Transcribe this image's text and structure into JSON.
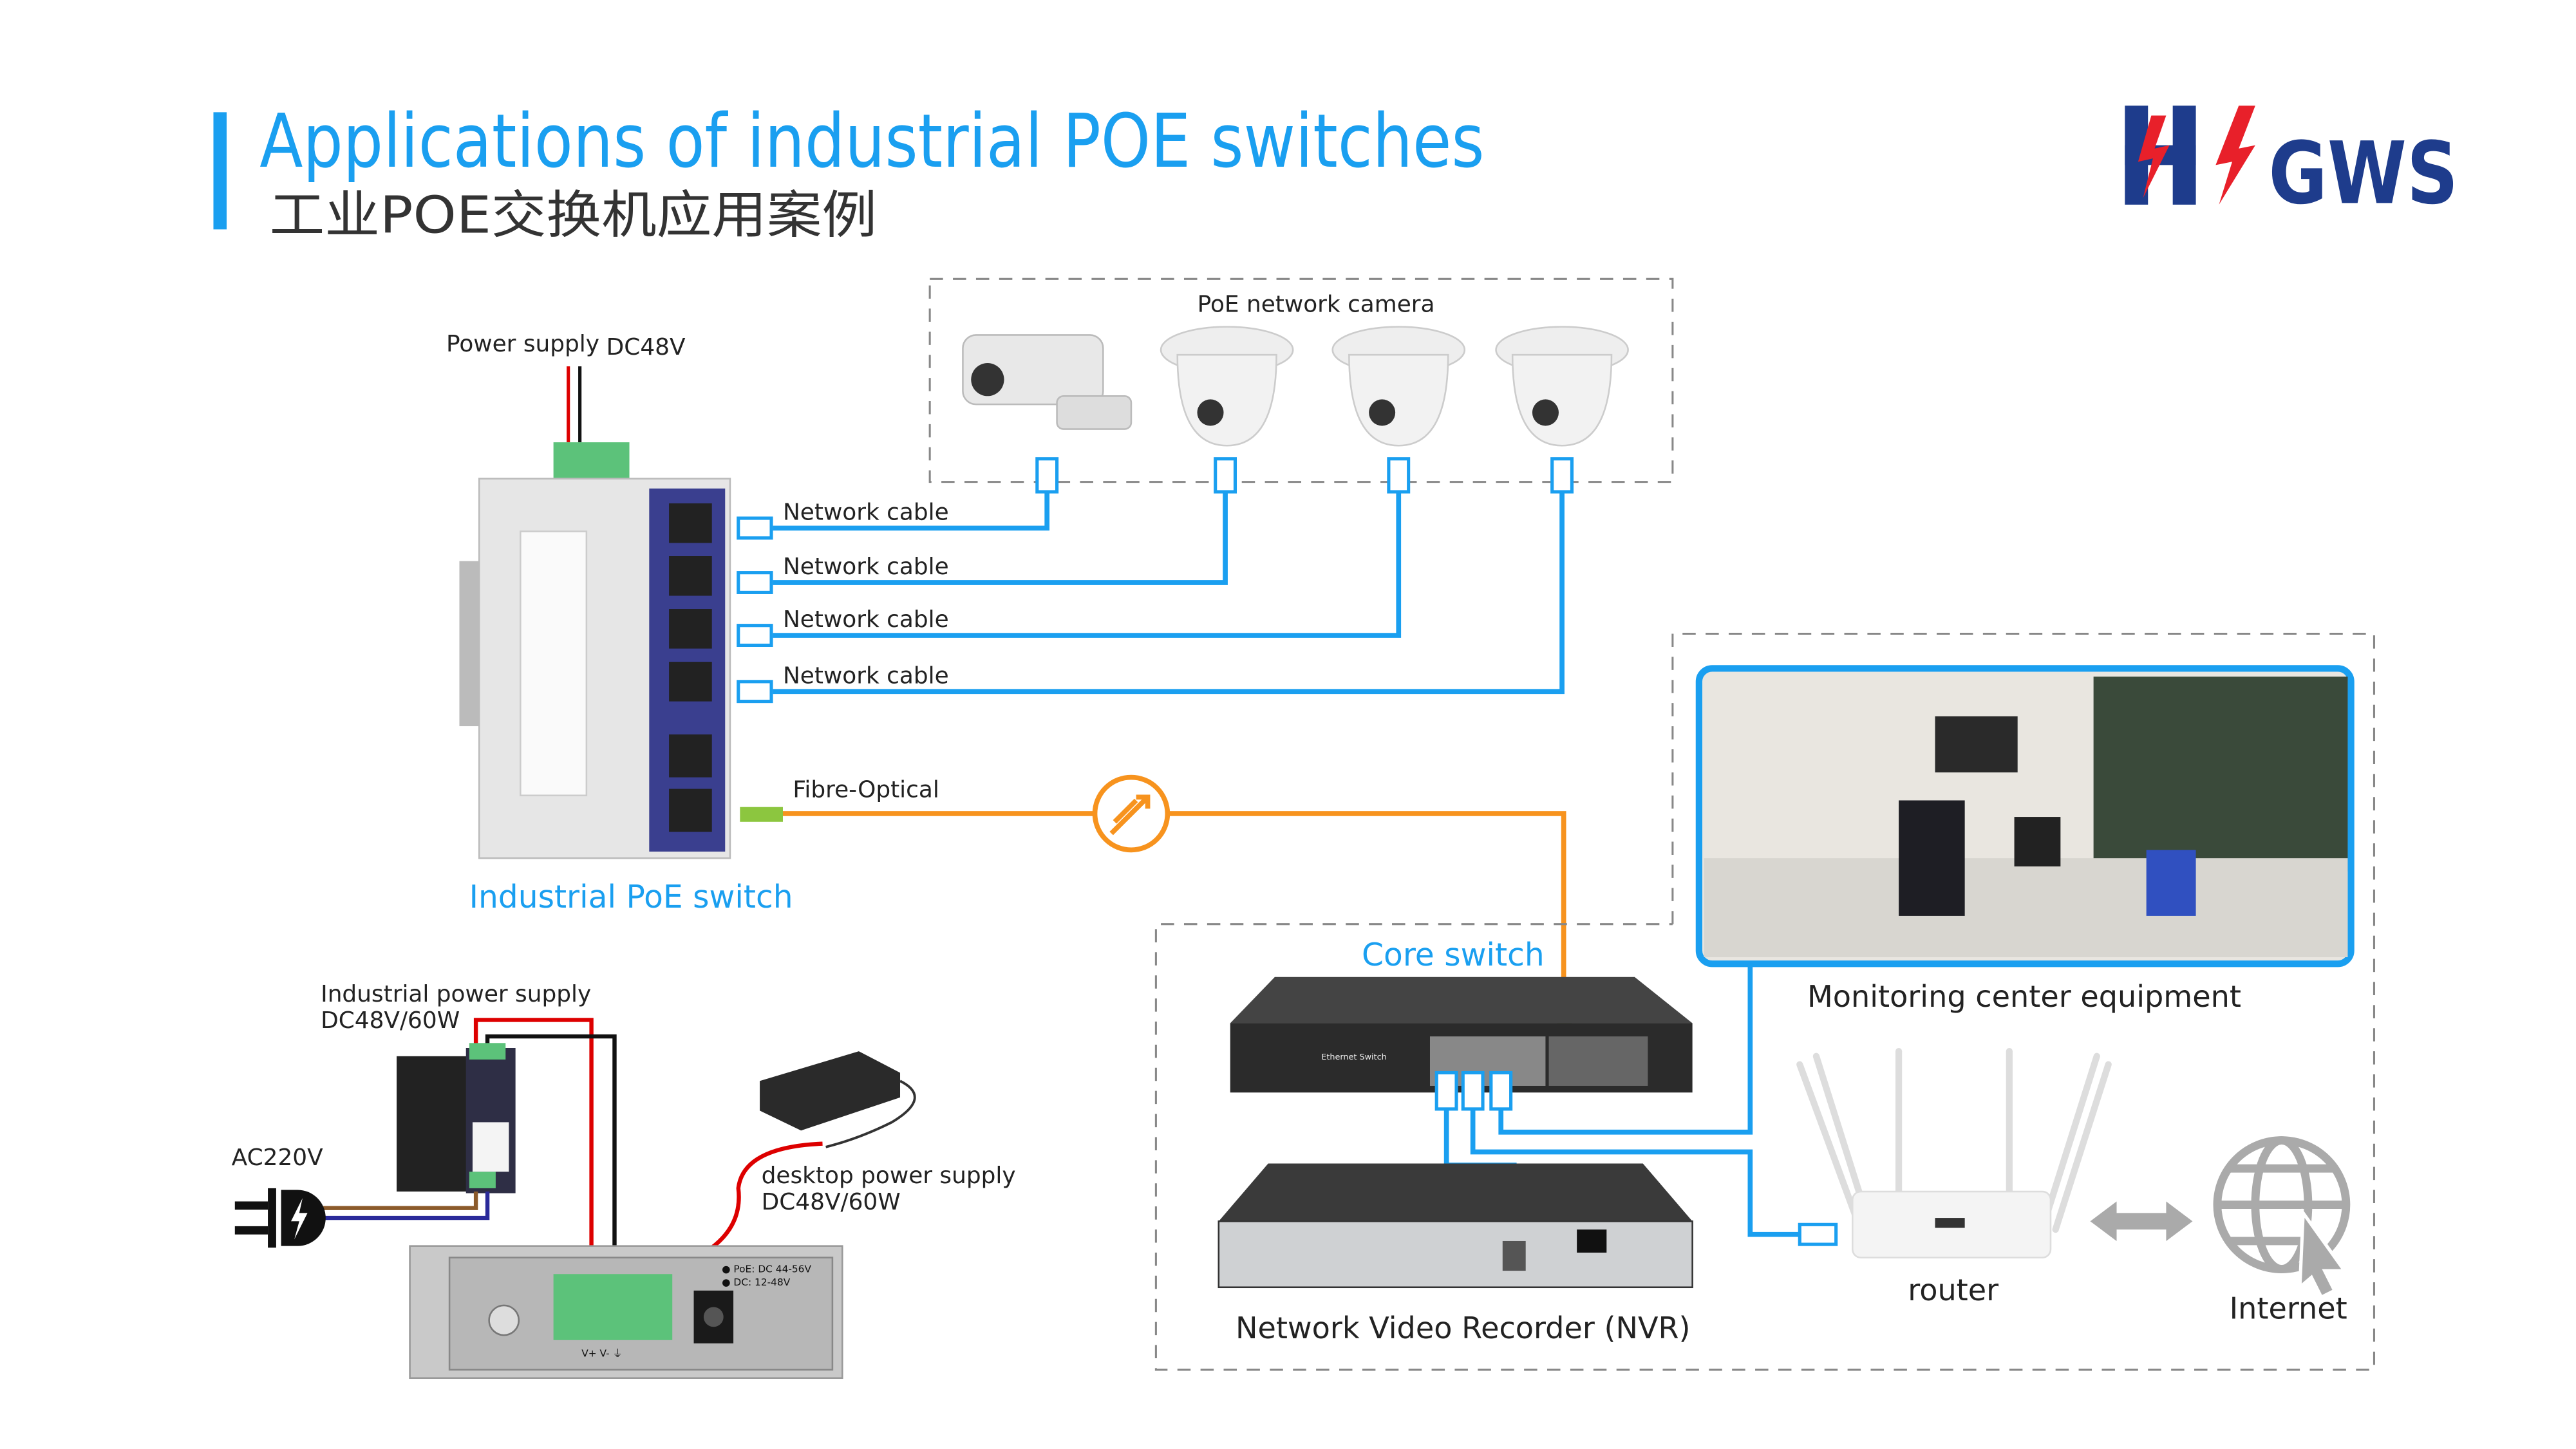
{
  "header": {
    "title": "Applications of industrial POE switches",
    "subtitle": "工业POE交换机应用案例",
    "logo_text": "GWS"
  },
  "colors": {
    "accent": "#1a9ff0",
    "fibre": "#f7931e",
    "logo_blue": "#1e3c8c",
    "logo_red": "#e8202a"
  },
  "cameras": {
    "label": "PoE network camera"
  },
  "cables": [
    "Network cable",
    "Network cable",
    "Network cable",
    "Network cable"
  ],
  "fibre_label": "Fibre-Optical",
  "industrial_switch": {
    "label": "Industrial PoE switch",
    "power_label": "Power supply",
    "power_value": "DC48V"
  },
  "core_switch": {
    "label": "Core switch",
    "device_text": "Ethernet Switch"
  },
  "monitoring": {
    "label": "Monitoring center equipment"
  },
  "nvr": {
    "label": "Network Video Recorder (NVR)"
  },
  "router": {
    "label": "router"
  },
  "internet": {
    "label": "Internet"
  },
  "power": {
    "industrial_label": "Industrial power supply",
    "industrial_value": "DC48V/60W",
    "ac_label": "AC220V",
    "desktop_label": "desktop power supply",
    "desktop_value": "DC48V/60W",
    "plate_poe": "● PoE: DC 44-56V",
    "plate_dc": "● DC: 12-48V",
    "terminal_labels": "V+  V-  ⏚"
  }
}
